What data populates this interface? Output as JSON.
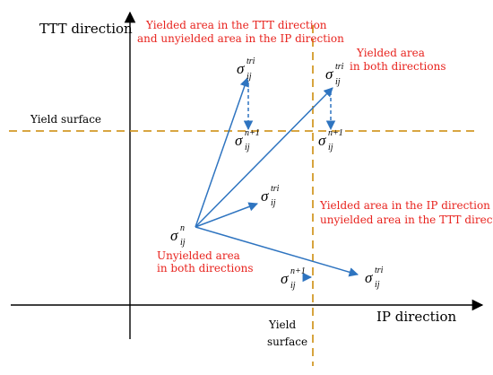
{
  "axes": {
    "y_label": "TTT direction",
    "x_label": "IP direction"
  },
  "yield_surface": {
    "horizontal_label": "Yield surface",
    "vertical_label_line1": "Yield",
    "vertical_label_line2": "surface"
  },
  "regions": {
    "top_left_line1": "Yielded area in the TTT direction",
    "top_left_line2": "and unyielded area in the IP direction",
    "top_right_line1": "Yielded area",
    "top_right_line2": "in  both directions",
    "right_line1": "Yielded area in the IP direction and",
    "right_line2": "unyielded area in the TTT direction",
    "bottom_left_line1": "Unyielded area",
    "bottom_left_line2": "in  both directions"
  },
  "symbols": {
    "sigma": "σ",
    "subscript": "ij",
    "sup_n": "n",
    "sup_tri": "tri",
    "sup_n1": "n+1"
  },
  "colors": {
    "arrow": "#2e74c0",
    "yield_line": "#d39a28",
    "region_text": "#e8231e",
    "axis": "#000000"
  }
}
